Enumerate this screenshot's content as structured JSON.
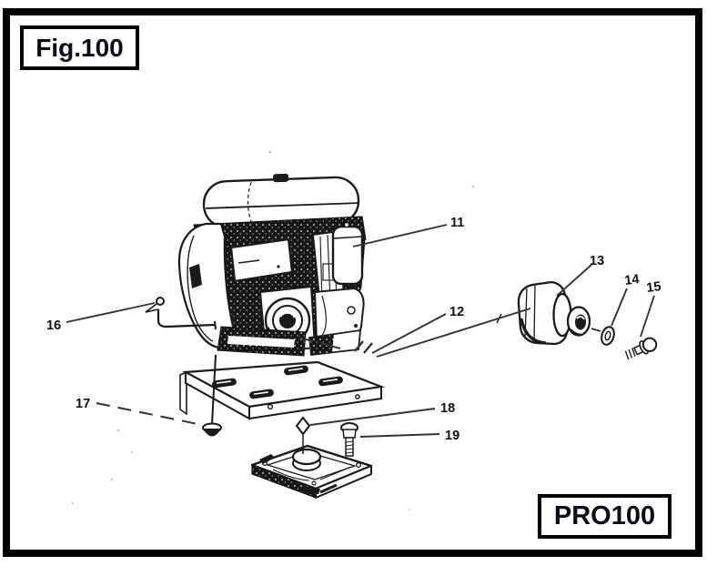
{
  "figure": {
    "label": "Fig.100",
    "model_code": "PRO100"
  },
  "diagram": {
    "type": "exploded-parts-diagram",
    "callouts": [
      {
        "label": "11"
      },
      {
        "label": "12"
      },
      {
        "label": "13"
      },
      {
        "label": "14"
      },
      {
        "label": "15"
      },
      {
        "label": "16"
      },
      {
        "label": "17"
      },
      {
        "label": "18"
      },
      {
        "label": "19"
      }
    ]
  },
  "colors": {
    "ink": "#1a1a1a",
    "leader": "#333333",
    "border": "#000000",
    "background": "#ffffff"
  }
}
